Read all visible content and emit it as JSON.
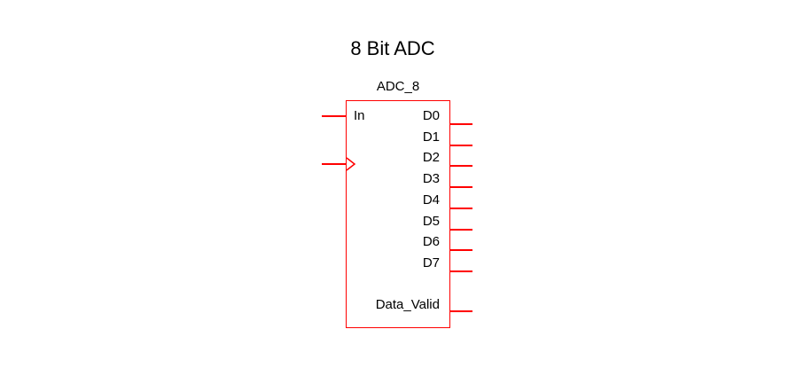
{
  "title": "8 Bit ADC",
  "symbol": {
    "name": "ADC_8",
    "input_pin": "In",
    "output_pins": [
      "D0",
      "D1",
      "D2",
      "D3",
      "D4",
      "D5",
      "D6",
      "D7"
    ],
    "status_pin": "Data_Valid"
  },
  "colors": {
    "wire": "#ff0000",
    "text": "#000000"
  }
}
